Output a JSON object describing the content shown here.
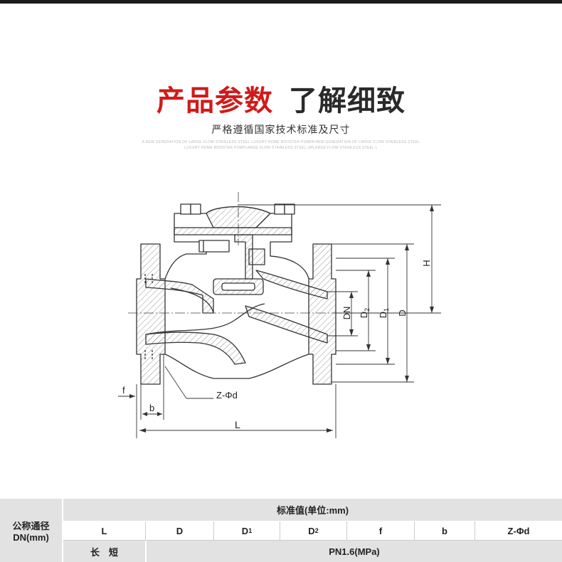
{
  "heading": {
    "red": "产品参数",
    "dark": "了解细致",
    "subtitle": "严格遵循国家技术标准及尺寸",
    "fine_line1": "A NEW GENERATION OF LARGE FLOW STAINLESS STEEL LUXURY HOME BOOSTER PUMPA NEW GENERATION OF LARGE FLOW STAINLESS STEEL",
    "fine_line2": "LUXURY HOME BOOSTER PUMPLARGE FLOW STAINLESS STEEL UPLARGE FLOW STAINLESS STEEL L"
  },
  "drawing": {
    "labels": {
      "H": "H",
      "DN": "DN",
      "D2": "D",
      "D2_sub": "2",
      "D1": "D",
      "D1_sub": "1",
      "D": "D",
      "f": "f",
      "b": "b",
      "Z": "Z-Φd",
      "L": "L"
    },
    "line_color": "#333333",
    "hatch_color": "#777777"
  },
  "table": {
    "nominal_line1": "公称通径",
    "nominal_line2": "DN(mm)",
    "standard": "标准值(单位:mm)",
    "columns": [
      "L",
      "D",
      "D1",
      "D2",
      "f",
      "b",
      "Z-Φd"
    ],
    "row_label": "长　短",
    "pressure": "PN1.6(MPa)",
    "header_color": "#e2e2e2"
  }
}
